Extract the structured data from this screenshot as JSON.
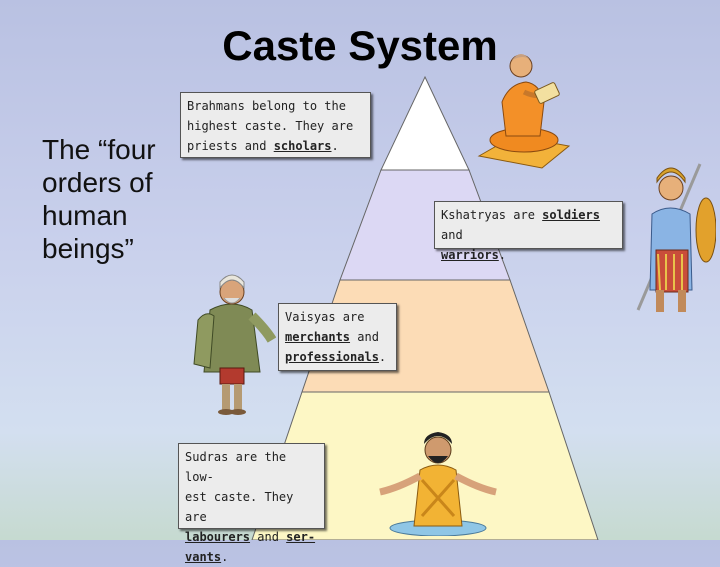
{
  "slide": {
    "title": "Caste System",
    "subtitle_lines": [
      "The “four",
      "orders of",
      "human",
      "beings”"
    ]
  },
  "pyramid": {
    "levels": [
      {
        "name": "Brahmans",
        "color": "#ffffff"
      },
      {
        "name": "Kshatryas",
        "color": "#dcd8f4"
      },
      {
        "name": "Vaisyas",
        "color": "#fcdcb6"
      },
      {
        "name": "Sudras",
        "color": "#fdf7c5"
      }
    ]
  },
  "boxes": {
    "brahmans": {
      "line1": "Brahmans belong to the",
      "line2": "highest caste. They are",
      "line3_a": "priests and ",
      "line3_b": "scholars",
      "line3_c": "."
    },
    "kshatryas": {
      "line1_a": "Kshatryas are ",
      "line1_b": "soldiers",
      "line1_c": " and",
      "line2_a": "warriors",
      "line2_b": "."
    },
    "vaisyas": {
      "line1": "Vaisyas are",
      "line2_a": "merchants",
      "line2_b": " and",
      "line3_a": "professionals",
      "line3_b": "."
    },
    "sudras": {
      "line1": "Sudras are the low-",
      "line2": "est caste. They are",
      "line3_a": "labourers",
      "line3_b": " and ",
      "line3_c": "ser-",
      "line4_a": "vants",
      "line4_b": "."
    }
  },
  "icons": {
    "brahman": "brahman-priest-illustration",
    "kshatrya": "kshatrya-warrior-illustration",
    "vaisya": "vaisya-merchant-illustration",
    "sudra": "sudra-laborer-illustration"
  }
}
